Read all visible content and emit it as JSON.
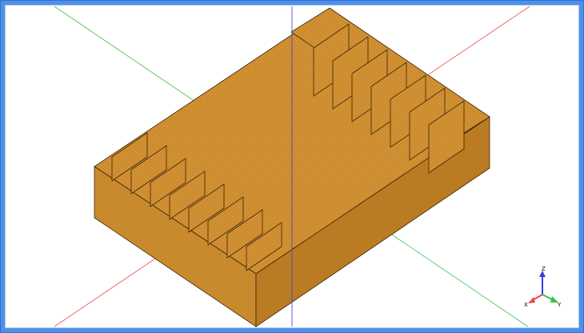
{
  "viewport": {
    "background": "#ffffff",
    "frame_color": "#4f8fe7"
  },
  "colors": {
    "model_fill": "#d08f31",
    "model_fill_dark": "#b9781f",
    "model_edge": "#3b2508",
    "axis_x": "#e24a4a",
    "axis_y": "#3cc04a",
    "axis_z": "#3a3adf"
  },
  "triad": {
    "x_label": "X",
    "y_label": "Y",
    "z_label": "Z"
  }
}
